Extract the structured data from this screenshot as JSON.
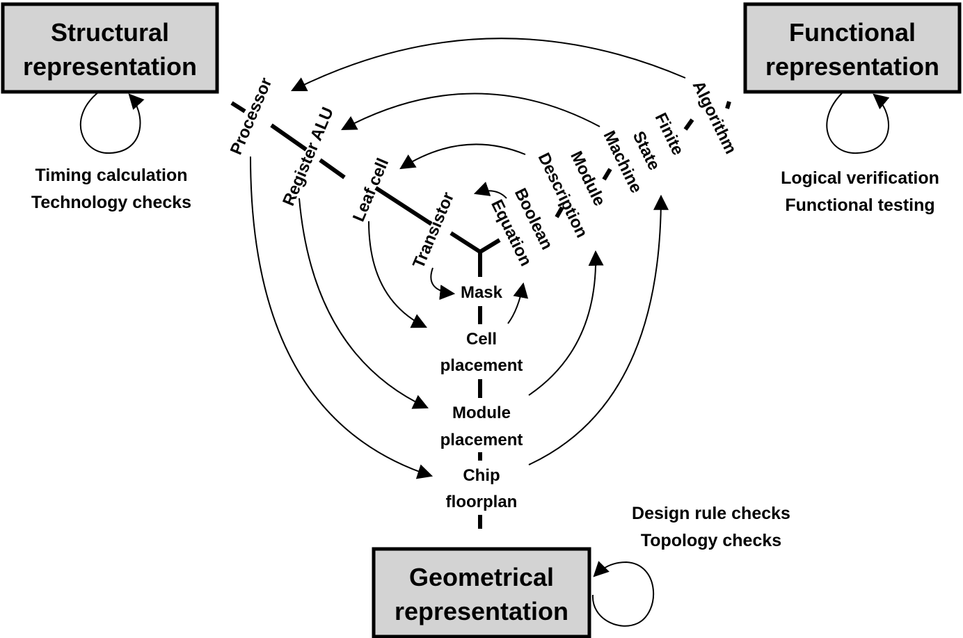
{
  "boxes": {
    "structural": {
      "line1": "Structural",
      "line2": "representation"
    },
    "functional": {
      "line1": "Functional",
      "line2": "representation"
    },
    "geometrical": {
      "line1": "Geometrical",
      "line2": "representation"
    }
  },
  "notes": {
    "structural": [
      "Timing calculation",
      "Technology checks"
    ],
    "functional": [
      "Logical verification",
      "Functional testing"
    ],
    "geometrical": [
      "Design rule checks",
      "Topology checks"
    ]
  },
  "structural_axis": [
    "Processor",
    "Register ALU",
    "Leaf cell",
    "Transistor"
  ],
  "functional_axis": [
    "Algorithm",
    "Finite",
    "State",
    "Machine",
    "Module",
    "Description",
    "Boolean",
    "Equation"
  ],
  "geometrical_axis": [
    "Mask",
    "Cell",
    "placement",
    "Module",
    "placement",
    "Chip",
    "floorplan"
  ]
}
